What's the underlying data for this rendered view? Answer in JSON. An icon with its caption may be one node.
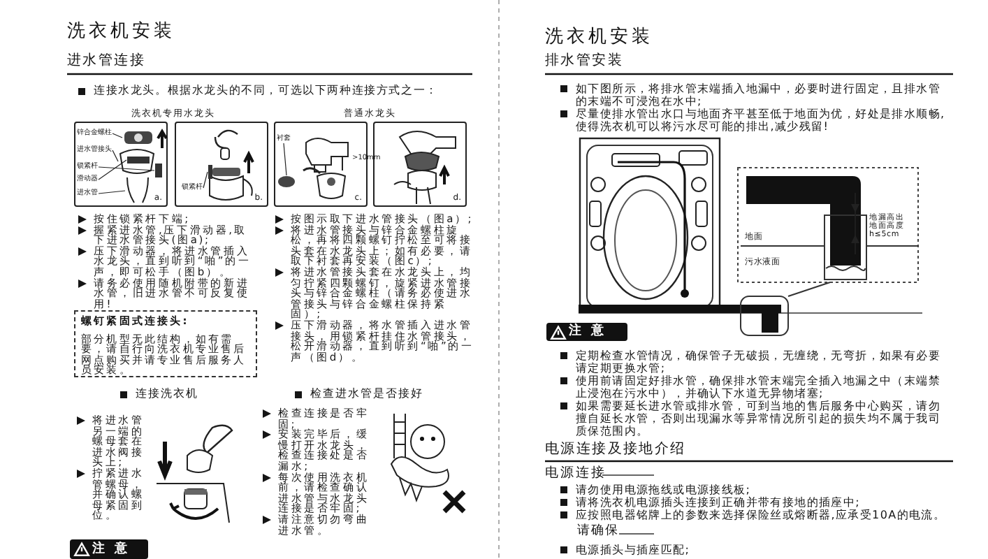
{
  "diagram": {
    "nodes": [
      {
        "text": [
          "a."
        ]
      },
      {
        "text": [
          "锌合金螺柱"
        ],
        "in": 0
      },
      {
        "text": [
          "进水管接头"
        ],
        "in": 0
      },
      {
        "text": [
          "锁紧杆"
        ],
        "in": 0
      },
      {
        "text": [
          "滑动器"
        ],
        "in": 0
      },
      {
        "text": [
          "进水管"
        ],
        "in": 0
      },
      {
        "text": [
          "b."
        ]
      },
      {
        "text": [
          "锁紧杆"
        ],
        "in": 6
      },
      {
        "text": [
          "c."
        ]
      },
      {
        "text": [
          "衬套"
        ],
        "in": 8
      },
      {
        "text": [
          "d."
        ]
      },
      {
        "text": [
          "螺钉紧固式连接头:",
          "部分机型无此结构，如有需要，请自行向洗衣机专业售后网点购买并请专业售后服务人员安装。"
        ]
      },
      {
        "text": [
          "注 意"
        ]
      },
      {
        "text": [
          "注 意"
        ]
      },
      {
        "text": [],
        "shape": "picture",
        "in": 0
      },
      {
        "text": [],
        "shape": "picture",
        "in": 0
      },
      {
        "text": [],
        "shape": "bar",
        "in": 0
      },
      {
        "text": [],
        "shape": "bar",
        "in": 15
      },
      {
        "text": [],
        "shape": "picture",
        "in": 0
      },
      {
        "text": [],
        "shape": "bar",
        "in": 6
      },
      {
        "text": [],
        "shape": "circle",
        "in": 8
      }
    ],
    "edges": [
      {
        "from": 1,
        "to": 14,
        "arrow": "none"
      },
      {
        "from": 2,
        "to": 15,
        "arrow": "none"
      },
      {
        "from": 3,
        "to": 16,
        "arrow": "none"
      },
      {
        "from": 4,
        "to": 17,
        "arrow": "none"
      },
      {
        "from": 5,
        "to": 18,
        "arrow": "none"
      },
      {
        "from": 7,
        "to": 19,
        "arrow": "none"
      },
      {
        "from": 9,
        "to": 20,
        "arrow": "none"
      }
    ],
    "labels": [
      "洗衣机安装",
      "进水管连接",
      "连接水龙头。根据水龙头的不同，可选以下两种连接方式之一：",
      "洗衣机专用水龙头",
      "普通水龙头",
      ">10mm",
      "按住锁紧杆下端;",
      "握紧进水管,压下滑动器,取下进水管接头(图a);",
      "压下滑动器，将进水管插入水龙头，直到听到“啪”的一声，即可松手（图b）。",
      "请务必使用随机附带的新进水管，旧进水管不可反复使用!",
      "按图示取下进水管接头（图a）;",
      "将进水管接头与锌合金螺柱旋松，再将四颗螺钉拧松至可将接头套在水龙头上；如有必要，请取下衬套再安装（图c）;",
      "将进水管接头套在水龙头上，均匀拧紧四颗螺钉，旋紧进水管接头与锌合金螺柱（请务必使进水管接头与锌合金螺柱保持紧固）;",
      "压下滑动器，将水管插入进水管接头，用锁紧杆挂住水管接头，松开滑动器，直到听到“啪”的一声（图d）。",
      "连接洗衣机",
      "检查进水管是否接好",
      "将进水管另一端的螺母套在进水阀接头上;",
      "拧紧进水管螺母，并确认螺母紧固到位。",
      "检查连接是否牢固;",
      "安装完毕后，缓慢打开水龙头，检查连接处是否漏水;",
      "每次使用洗衣机前，请检查确认进水管与水龙头连接是否牢固;",
      "请注意切勿弯曲进水管。",
      "洗衣机安装",
      "排水管安装",
      "如下图所示，将排水管末端插入地漏中，必要时进行固定，且排水管的末端不可浸泡在水中;",
      "尽量使排水管出水口与地面齐平甚至低于地面为优，好处是排水顺畅,使得洗衣机可以将污水尽可能的排出,减少残留!",
      "地面",
      "污水液面",
      "地漏高出地面高度h≤5cm",
      "定期检查水管情况，确保管子无破损，无缠绕，无弯折，如果有必要请定期更换水管;",
      "使用前请固定好排水管，确保排水管末端完全插入地漏之中（末端禁止浸泡在污水中），并确认下水道无异物堵塞;",
      "如果需要延长进水管或排水管，可到当地的售后服务中心购买，请勿擅自延长水管，否则出现漏水等异常情况所引起的损失均不属于我司质保范围内。",
      "电源连接及接地介绍",
      "电源连接",
      "请勿使用电源拖线或电源接线板;",
      "请将洗衣机电源插头连接到正确并带有接地的插座中;",
      "应按照电器铭牌上的参数来选择保险丝或熔断器,应承受10A的电流。",
      "请确保",
      "电源插头与插座匹配;"
    ]
  }
}
